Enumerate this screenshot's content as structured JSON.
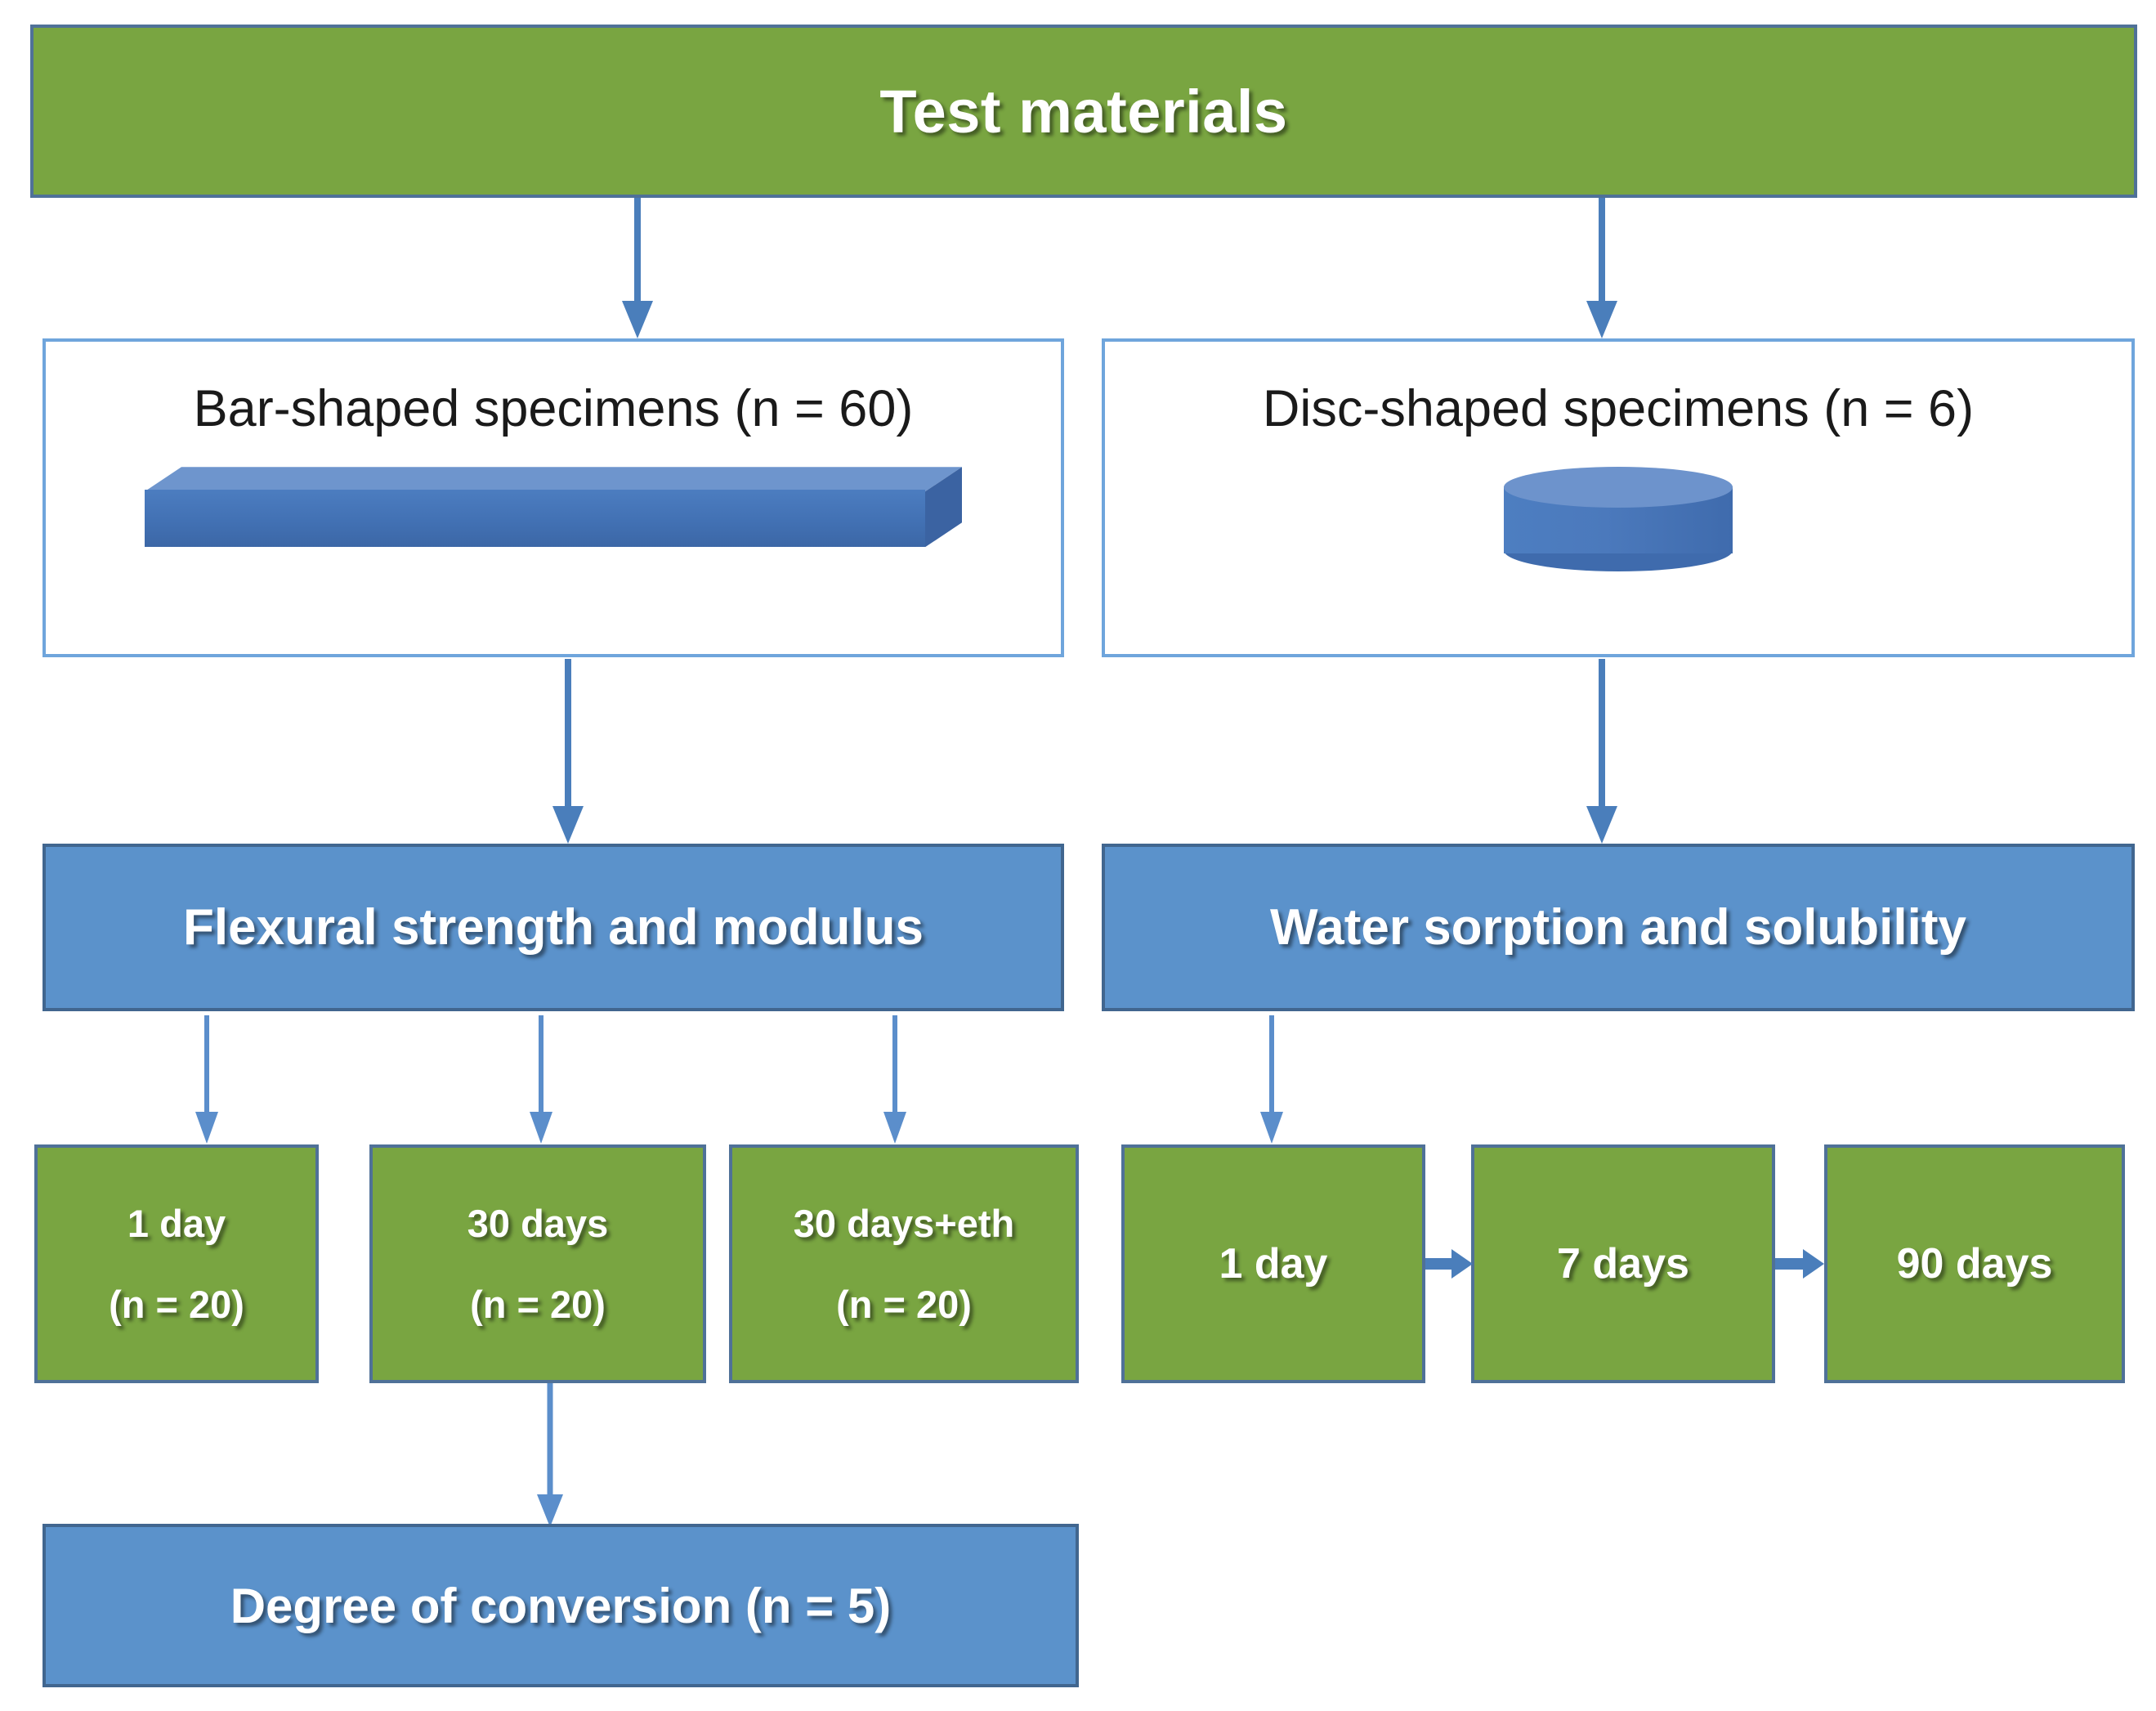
{
  "diagram": {
    "title": "Test materials experimental flowchart",
    "colors": {
      "green": "#79A541",
      "blue": "#5B92CB",
      "arrow_blue": "#4A7EBB",
      "box_border_blue": "#4F7198",
      "white_box_border": "#6FA5DC",
      "specimen_blue": "#4271B4"
    },
    "root": {
      "label": "Test materials"
    },
    "specimen_groups": [
      {
        "id": "bar",
        "label": "Bar-shaped specimens (n = 60)",
        "shape_icon": "bar-prism-icon"
      },
      {
        "id": "disc",
        "label": "Disc-shaped specimens (n = 6)",
        "shape_icon": "disc-cylinder-icon"
      }
    ],
    "test_categories": [
      {
        "id": "flexural",
        "label": "Flexural strength and modulus"
      },
      {
        "id": "water-sorption",
        "label": "Water sorption and solubility"
      }
    ],
    "flexural_timepoints": [
      {
        "line1": "1 day",
        "line2": "(n = 20)"
      },
      {
        "line1": "30 days",
        "line2": "(n = 20)"
      },
      {
        "line1": "30 days+eth",
        "line2": "(n = 20)"
      }
    ],
    "sorption_timepoints": [
      {
        "label": "1 day"
      },
      {
        "label": "7 days"
      },
      {
        "label": "90 days"
      }
    ],
    "terminal": {
      "label": "Degree of conversion (n = 5)"
    }
  }
}
